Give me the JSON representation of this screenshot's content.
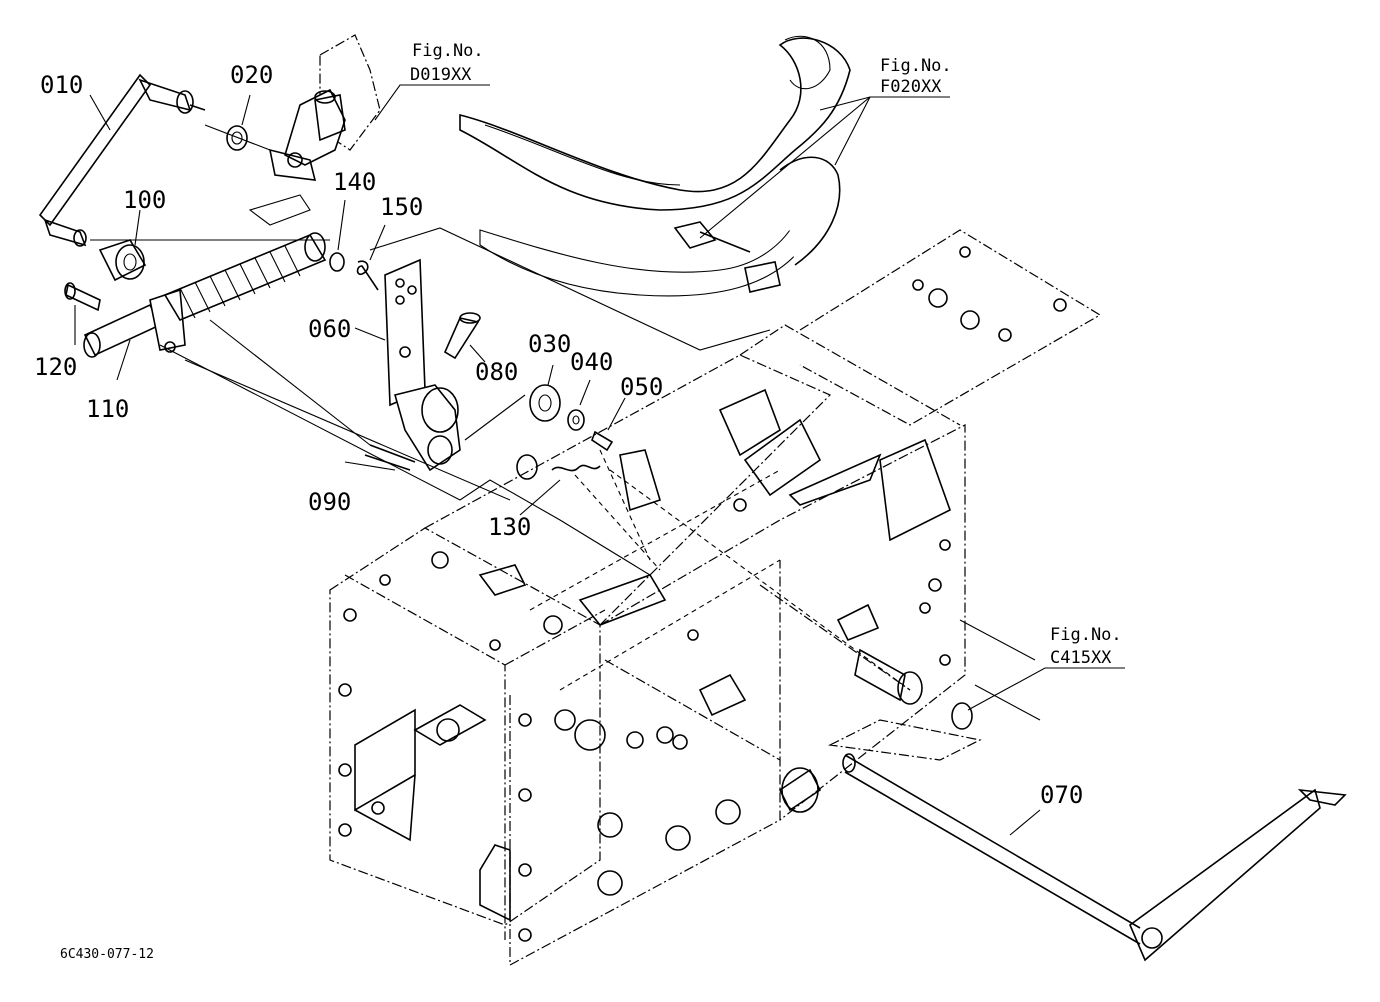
{
  "diagram": {
    "parts": [
      {
        "id": "p010",
        "label": "010"
      },
      {
        "id": "p020",
        "label": "020"
      },
      {
        "id": "p030",
        "label": "030"
      },
      {
        "id": "p040",
        "label": "040"
      },
      {
        "id": "p050",
        "label": "050"
      },
      {
        "id": "p060",
        "label": "060"
      },
      {
        "id": "p070",
        "label": "070"
      },
      {
        "id": "p080",
        "label": "080"
      },
      {
        "id": "p090",
        "label": "090"
      },
      {
        "id": "p100",
        "label": "100"
      },
      {
        "id": "p110",
        "label": "110"
      },
      {
        "id": "p120",
        "label": "120"
      },
      {
        "id": "p130",
        "label": "130"
      },
      {
        "id": "p140",
        "label": "140"
      },
      {
        "id": "p150",
        "label": "150"
      }
    ],
    "figure_refs": [
      {
        "id": "d019",
        "title": "Fig.No.",
        "code": "D019XX"
      },
      {
        "id": "f020",
        "title": "Fig.No.",
        "code": "F020XX"
      },
      {
        "id": "c415",
        "title": "Fig.No.",
        "code": "C415XX"
      }
    ],
    "drawing_code": "6C430-077-12"
  }
}
